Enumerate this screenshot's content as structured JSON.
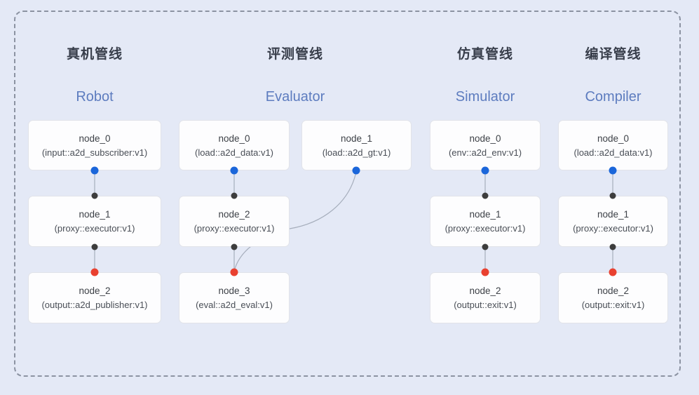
{
  "diagram": {
    "description": "four pipeline column diagram",
    "colors": {
      "background": "#e4e9f6",
      "frame_dash": "#8c93a2",
      "node_bg": "#fdfdfe",
      "node_border": "#e1e3e9",
      "edge_line": "#a6aebc",
      "port_blue": "#1b66da",
      "port_black": "#3d3d3d",
      "port_red": "#e94130",
      "title_cn": "#383e4b",
      "title_en": "#5d7cbf"
    }
  },
  "pipelines": [
    {
      "id": "robot",
      "title_cn": "真机管线",
      "title_en": "Robot",
      "nodes": [
        {
          "name": "node_0",
          "type": "(input::a2d_subscriber:v1)",
          "ports": {
            "bottom": "blue"
          }
        },
        {
          "name": "node_1",
          "type": "(proxy::executor:v1)",
          "ports": {
            "top": "black",
            "bottom": "black"
          }
        },
        {
          "name": "node_2",
          "type": "(output::a2d_publisher:v1)",
          "ports": {
            "top": "red"
          }
        }
      ],
      "edges": [
        "node_0->node_1",
        "node_1->node_2"
      ]
    },
    {
      "id": "evaluator",
      "title_cn": "评测管线",
      "title_en": "Evaluator",
      "nodes": [
        {
          "name": "node_0",
          "type": "(load::a2d_data:v1)",
          "ports": {
            "bottom": "blue"
          }
        },
        {
          "name": "node_1",
          "type": "(load::a2d_gt:v1)",
          "ports": {
            "bottom": "blue"
          }
        },
        {
          "name": "node_2",
          "type": "(proxy::executor:v1)",
          "ports": {
            "top": "black",
            "bottom": "black"
          }
        },
        {
          "name": "node_3",
          "type": "(eval::a2d_eval:v1)",
          "ports": {
            "top": "red"
          }
        }
      ],
      "edges": [
        "node_0->node_2",
        "node_2->node_3",
        "node_1->node_3"
      ]
    },
    {
      "id": "simulator",
      "title_cn": "仿真管线",
      "title_en": "Simulator",
      "nodes": [
        {
          "name": "node_0",
          "type": "(env::a2d_env:v1)",
          "ports": {
            "bottom": "blue"
          }
        },
        {
          "name": "node_1",
          "type": "(proxy::executor:v1)",
          "ports": {
            "top": "black",
            "bottom": "black"
          }
        },
        {
          "name": "node_2",
          "type": "(output::exit:v1)",
          "ports": {
            "top": "red"
          }
        }
      ],
      "edges": [
        "node_0->node_1",
        "node_1->node_2"
      ]
    },
    {
      "id": "compiler",
      "title_cn": "编译管线",
      "title_en": "Compiler",
      "nodes": [
        {
          "name": "node_0",
          "type": "(load::a2d_data:v1)",
          "ports": {
            "bottom": "blue"
          }
        },
        {
          "name": "node_1",
          "type": "(proxy::executor:v1)",
          "ports": {
            "top": "black",
            "bottom": "black"
          }
        },
        {
          "name": "node_2",
          "type": "(output::exit:v1)",
          "ports": {
            "top": "red"
          }
        }
      ],
      "edges": [
        "node_0->node_1",
        "node_1->node_2"
      ]
    }
  ]
}
